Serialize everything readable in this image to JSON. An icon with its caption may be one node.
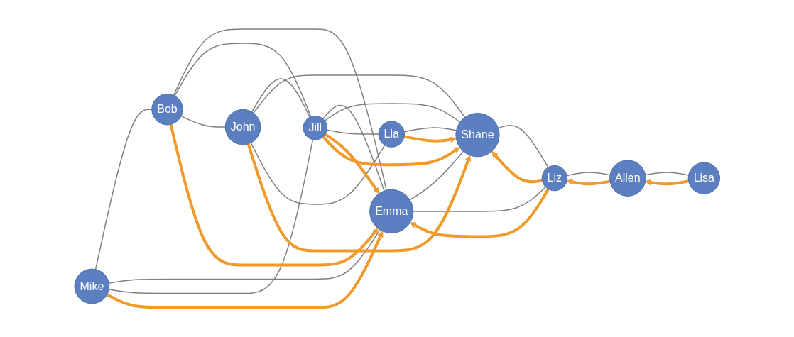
{
  "diagram": {
    "nodes": [
      {
        "text": [
          "Mike"
        ]
      },
      {
        "text": [
          "Bob"
        ]
      },
      {
        "text": [
          "Emma"
        ]
      },
      {
        "text": [
          "Liz"
        ]
      },
      {
        "text": [
          "Allen"
        ]
      },
      {
        "text": [
          "Lisa"
        ]
      },
      {
        "text": [
          "Jill"
        ]
      },
      {
        "text": [
          "John"
        ]
      },
      {
        "text": [
          "Shane"
        ]
      },
      {
        "text": [
          "Lia"
        ]
      }
    ],
    "edges": [
      {
        "from": 0,
        "to": 1,
        "arrow": "none"
      },
      {
        "from": 0,
        "to": 2,
        "arrow": "none"
      },
      {
        "from": 0,
        "to": 6,
        "arrow": "none"
      },
      {
        "from": 1,
        "to": 2,
        "arrow": "none"
      },
      {
        "from": 1,
        "to": 6,
        "arrow": "none"
      },
      {
        "from": 1,
        "to": 7,
        "arrow": "none"
      },
      {
        "from": 6,
        "to": 2,
        "arrow": "none"
      },
      {
        "from": 7,
        "to": 6,
        "arrow": "none"
      },
      {
        "from": 6,
        "to": 8,
        "arrow": "none"
      },
      {
        "from": 6,
        "to": 9,
        "arrow": "none"
      },
      {
        "from": 7,
        "to": 8,
        "arrow": "none"
      },
      {
        "from": 7,
        "to": 9,
        "arrow": "none"
      },
      {
        "from": 9,
        "to": 8,
        "arrow": "none"
      },
      {
        "from": 2,
        "to": 8,
        "arrow": "none"
      },
      {
        "from": 2,
        "to": 3,
        "arrow": "none"
      },
      {
        "from": 8,
        "to": 3,
        "arrow": "none"
      },
      {
        "from": 3,
        "to": 4,
        "arrow": "none"
      },
      {
        "from": 4,
        "to": 5,
        "arrow": "none"
      },
      {
        "from": 0,
        "to": 2,
        "arrow": "to",
        "style": "thick",
        "color": "#f09a2c"
      },
      {
        "from": 1,
        "to": 2,
        "arrow": "to",
        "style": "thick",
        "color": "#f09a2c"
      },
      {
        "from": 6,
        "to": 2,
        "arrow": "to",
        "style": "thick",
        "color": "#f09a2c"
      },
      {
        "from": 6,
        "to": 8,
        "arrow": "to",
        "style": "thick",
        "color": "#f09a2c"
      },
      {
        "from": 7,
        "to": 8,
        "arrow": "to",
        "style": "thick",
        "color": "#f09a2c"
      },
      {
        "from": 9,
        "to": 8,
        "arrow": "to",
        "style": "thick",
        "color": "#f09a2c"
      },
      {
        "from": 3,
        "to": 2,
        "arrow": "to",
        "style": "thick",
        "color": "#f09a2c"
      },
      {
        "from": 3,
        "to": 8,
        "arrow": "to",
        "style": "thick",
        "color": "#f09a2c"
      },
      {
        "from": 4,
        "to": 3,
        "arrow": "to",
        "style": "thick",
        "color": "#f09a2c"
      },
      {
        "from": 5,
        "to": 4,
        "arrow": "to",
        "style": "thick",
        "color": "#f09a2c"
      }
    ]
  }
}
